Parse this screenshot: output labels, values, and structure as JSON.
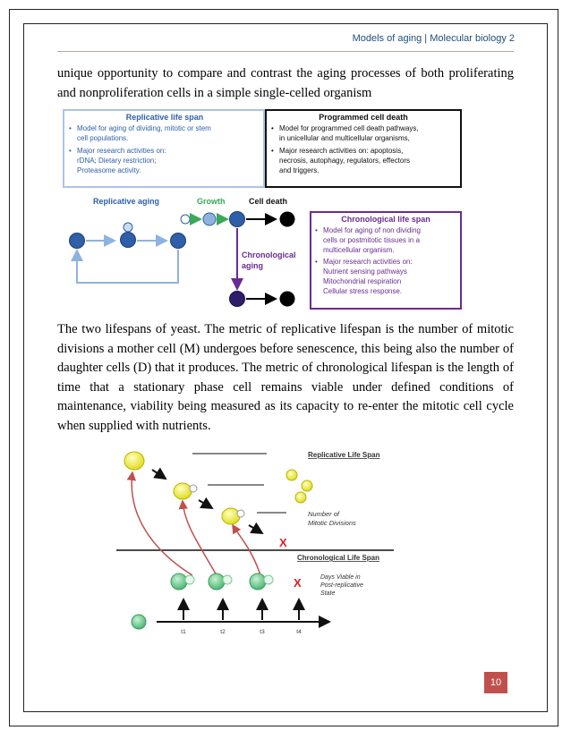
{
  "header": {
    "text": "Models of aging | Molecular biology 2"
  },
  "paragraph1": "unique opportunity to compare and contrast the aging processes of both proliferating and nonproliferation cells in a simple single-celled organism",
  "figure1": {
    "box_replicative": {
      "title": "Replicative life span",
      "lines": [
        "Model for aging of dividing, mitotic or stem",
        "cell populations.",
        "Major research activities on:",
        "rDNA; Dietary restriction;",
        "Proteasome activity."
      ]
    },
    "box_pcd": {
      "title": "Programmed cell death",
      "lines": [
        "Model for programmed cell death pathways,",
        "in unicellular and multicellular organisms,",
        "Major research activities on: apoptosis,",
        "necrosis, autophagy, regulators, effectors",
        "and triggers."
      ]
    },
    "box_chrono": {
      "title": "Chronological life span",
      "lines": [
        "Model for aging of non dividing",
        "cells or postmitotic tissues in a",
        "multicellular organism.",
        "Major research activities on:",
        "Nutrient sensing pathways",
        "Mitochondrial respiration",
        "Cellular stress response."
      ]
    },
    "labels": {
      "replicative_aging": "Replicative aging",
      "growth": "Growth",
      "cell_death": "Cell death",
      "chrono_1": "Chronological",
      "chrono_2": "aging"
    }
  },
  "paragraph2": "The two lifespans of yeast. The metric of replicative lifespan is the number of mitotic divisions a mother cell (M) undergoes before senescence, this being also the number of daughter cells (D) that it produces. The metric of chronological lifespan is the length of time that a stationary phase cell remains viable under defined conditions of maintenance, viability being measured as its capacity to re-enter the mitotic cell cycle when supplied with nutrients.",
  "figure2": {
    "replicative_title": "Replicative Life Span",
    "number_of_1": "Number of",
    "number_of_2": "Mitotic Divisions",
    "chrono_title": "Chronological Life Span",
    "days_1": "Days Viable in",
    "days_2": "Post-replicative",
    "days_3": "State",
    "x_mark": "X",
    "time_labels": [
      "t1",
      "t2",
      "t3",
      "t4"
    ]
  },
  "page_number": "10",
  "colors": {
    "blue_cell": "#2e5fa8",
    "purple": "#6a2c91",
    "green_arrow": "#3aa85a",
    "red": "#e02020",
    "yellow_cell": "#eaea2a",
    "green_cell": "#6cc98a",
    "page_badge": "#c0504d",
    "header_text": "#1f4e79"
  }
}
